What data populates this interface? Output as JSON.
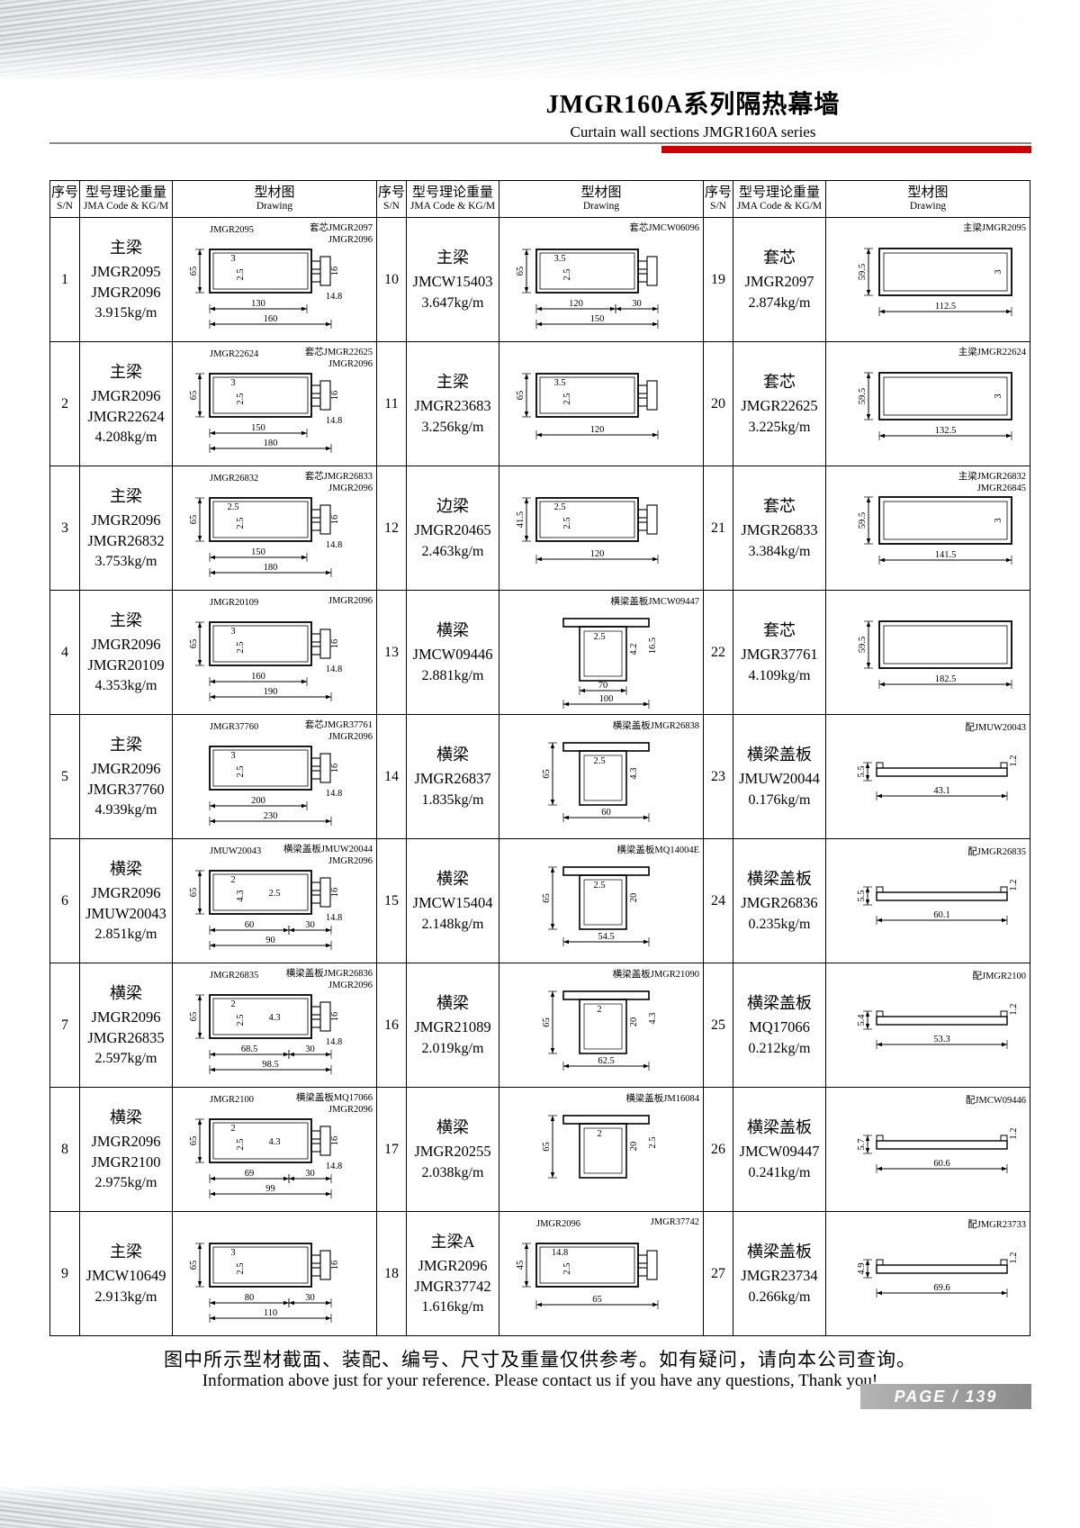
{
  "page": {
    "title_cn": "JMGR160A系列隔热幕墙",
    "title_en": "Curtain wall sections JMGR160A series",
    "accent_color": "#cc0000",
    "footer_cn": "图中所示型材截面、装配、编号、尺寸及重量仅供参考。如有疑问，请向本公司查询。",
    "footer_en": "Information above just for your reference. Please contact us if you have any questions, Thank you!",
    "page_label": "PAGE / 139"
  },
  "table": {
    "headers": {
      "sn_cn": "序号",
      "sn_en": "S/N",
      "code_cn": "型号理论重量",
      "code_en": "JMA Code & KG/M",
      "drawing_cn": "型材图",
      "drawing_en": "Drawing"
    },
    "entries": [
      {
        "sn": "1",
        "type": "主梁",
        "codes": [
          "JMGR2095",
          "JMGR2096"
        ],
        "weight": "3.915kg/m",
        "drawing": {
          "shape": "hbox",
          "labels": [
            "JMGR2095",
            "套芯JMGR2097",
            "JMGR2096"
          ],
          "hdim": "65",
          "inners": [
            "3",
            "2.5",
            "16",
            "14.8"
          ],
          "bottoms": [
            "130",
            "160"
          ]
        }
      },
      {
        "sn": "2",
        "type": "主梁",
        "codes": [
          "JMGR2096",
          "JMGR22624"
        ],
        "weight": "4.208kg/m",
        "drawing": {
          "shape": "hbox",
          "labels": [
            "JMGR22624",
            "套芯JMGR22625",
            "JMGR2096"
          ],
          "hdim": "65",
          "inners": [
            "3",
            "2.5",
            "16",
            "14.8"
          ],
          "bottoms": [
            "150",
            "180"
          ]
        }
      },
      {
        "sn": "3",
        "type": "主梁",
        "codes": [
          "JMGR2096",
          "JMGR26832"
        ],
        "weight": "3.753kg/m",
        "drawing": {
          "shape": "hbox",
          "labels": [
            "JMGR26832",
            "套芯JMGR26833",
            "JMGR2096"
          ],
          "hdim": "65",
          "inners": [
            "2.5",
            "2.5",
            "16",
            "14.8"
          ],
          "bottoms": [
            "150",
            "180"
          ]
        }
      },
      {
        "sn": "4",
        "type": "主梁",
        "codes": [
          "JMGR2096",
          "JMGR20109"
        ],
        "weight": "4.353kg/m",
        "drawing": {
          "shape": "hbox",
          "labels": [
            "JMGR20109",
            "JMGR2096"
          ],
          "hdim": "65",
          "inners": [
            "3",
            "2.5",
            "16",
            "14.8"
          ],
          "bottoms": [
            "160",
            "190"
          ]
        }
      },
      {
        "sn": "5",
        "type": "主梁",
        "codes": [
          "JMGR2096",
          "JMGR37760"
        ],
        "weight": "4.939kg/m",
        "drawing": {
          "shape": "hbox",
          "labels": [
            "JMGR37760",
            "套芯JMGR37761",
            "JMGR2096"
          ],
          "inners": [
            "3",
            "2.5",
            "16",
            "14.8"
          ],
          "bottoms": [
            "200",
            "230"
          ]
        }
      },
      {
        "sn": "6",
        "type": "横梁",
        "codes": [
          "JMGR2096",
          "JMUW20043"
        ],
        "weight": "2.851kg/m",
        "drawing": {
          "shape": "hbox",
          "labels": [
            "JMUW20043",
            "横梁盖板JMUW20044",
            "JMGR2096"
          ],
          "hdim": "65",
          "inners": [
            "2",
            "4.3",
            "16",
            "14.8",
            "2.5"
          ],
          "bottoms": [
            "60",
            "30",
            "90"
          ]
        }
      },
      {
        "sn": "7",
        "type": "横梁",
        "codes": [
          "JMGR2096",
          "JMGR26835"
        ],
        "weight": "2.597kg/m",
        "drawing": {
          "shape": "hbox",
          "labels": [
            "JMGR26835",
            "横梁盖板JMGR26836",
            "JMGR2096"
          ],
          "hdim": "65",
          "inners": [
            "2",
            "2.5",
            "16",
            "14.8",
            "4.3"
          ],
          "bottoms": [
            "68.5",
            "30",
            "98.5"
          ]
        }
      },
      {
        "sn": "8",
        "type": "横梁",
        "codes": [
          "JMGR2096",
          "JMGR2100"
        ],
        "weight": "2.975kg/m",
        "drawing": {
          "shape": "hbox",
          "labels": [
            "JMGR2100",
            "横梁盖板MQ17066",
            "JMGR2096"
          ],
          "hdim": "65",
          "inners": [
            "2",
            "2.5",
            "16",
            "14.8",
            "4.3"
          ],
          "bottoms": [
            "69",
            "30",
            "99"
          ]
        }
      },
      {
        "sn": "9",
        "type": "主梁",
        "codes": [
          "JMCW10649"
        ],
        "weight": "2.913kg/m",
        "drawing": {
          "shape": "hbox",
          "labels": [],
          "hdim": "65",
          "inners": [
            "3",
            "2.5",
            "16"
          ],
          "bottoms": [
            "80",
            "30",
            "110"
          ]
        }
      },
      {
        "sn": "10",
        "type": "主梁",
        "codes": [
          "JMCW15403"
        ],
        "weight": "3.647kg/m",
        "drawing": {
          "shape": "hbox",
          "labels": [
            "",
            "套芯JMCW06096"
          ],
          "hdim": "65",
          "inners": [
            "3.5",
            "2.5"
          ],
          "bottoms": [
            "120",
            "30",
            "150"
          ]
        }
      },
      {
        "sn": "11",
        "type": "主梁",
        "codes": [
          "JMGR23683"
        ],
        "weight": "3.256kg/m",
        "drawing": {
          "shape": "hbox",
          "labels": [],
          "hdim": "65",
          "inners": [
            "3.5",
            "2.5"
          ],
          "bottoms": [
            "120"
          ]
        }
      },
      {
        "sn": "12",
        "type": "边梁",
        "codes": [
          "JMGR20465"
        ],
        "weight": "2.463kg/m",
        "drawing": {
          "shape": "hbox",
          "labels": [],
          "hdim": "41.5",
          "inners": [
            "2.5",
            "2.5"
          ],
          "bottoms": [
            "120"
          ]
        }
      },
      {
        "sn": "13",
        "type": "横梁",
        "codes": [
          "JMCW09446"
        ],
        "weight": "2.881kg/m",
        "drawing": {
          "shape": "vbox",
          "labels": [
            "横梁盖板JMCW09447"
          ],
          "inners": [
            "2.5",
            "4.2",
            "16.5"
          ],
          "bottoms": [
            "70",
            "100"
          ]
        }
      },
      {
        "sn": "14",
        "type": "横梁",
        "codes": [
          "JMGR26837"
        ],
        "weight": "1.835kg/m",
        "drawing": {
          "shape": "vbox",
          "labels": [
            "横梁盖板JMGR26838"
          ],
          "hdim": "65",
          "inners": [
            "2.5",
            "4.3"
          ],
          "bottoms": [
            "60"
          ]
        }
      },
      {
        "sn": "15",
        "type": "横梁",
        "codes": [
          "JMCW15404"
        ],
        "weight": "2.148kg/m",
        "drawing": {
          "shape": "vbox",
          "labels": [
            "横梁盖板MQ14004E"
          ],
          "hdim": "65",
          "inners": [
            "2.5",
            "20"
          ],
          "bottoms": [
            "54.5"
          ]
        }
      },
      {
        "sn": "16",
        "type": "横梁",
        "codes": [
          "JMGR21089"
        ],
        "weight": "2.019kg/m",
        "drawing": {
          "shape": "vbox",
          "labels": [
            "横梁盖板JMGR21090"
          ],
          "hdim": "65",
          "inners": [
            "2",
            "20",
            "4.3"
          ],
          "bottoms": [
            "62.5"
          ]
        }
      },
      {
        "sn": "17",
        "type": "横梁",
        "codes": [
          "JMGR20255"
        ],
        "weight": "2.038kg/m",
        "drawing": {
          "shape": "vbox",
          "labels": [
            "横梁盖板JM16084"
          ],
          "hdim": "65",
          "inners": [
            "2",
            "20",
            "2.5"
          ],
          "bottoms": []
        }
      },
      {
        "sn": "18",
        "type": "主梁A",
        "codes": [
          "JMGR2096",
          "JMGR37742"
        ],
        "weight": "1.616kg/m",
        "drawing": {
          "shape": "hbox",
          "labels": [
            "JMGR2096",
            "JMGR37742"
          ],
          "hdim": "45",
          "inners": [
            "14.8",
            "2.5"
          ],
          "bottoms": [
            "65"
          ]
        }
      },
      {
        "sn": "19",
        "type": "套芯",
        "codes": [
          "JMGR2097"
        ],
        "weight": "2.874kg/m",
        "drawing": {
          "shape": "sleeve",
          "labels": [
            "主梁JMGR2095"
          ],
          "hdim": "59.5",
          "inners": [
            "3"
          ],
          "bottoms": [
            "112.5"
          ]
        }
      },
      {
        "sn": "20",
        "type": "套芯",
        "codes": [
          "JMGR22625"
        ],
        "weight": "3.225kg/m",
        "drawing": {
          "shape": "sleeve",
          "labels": [
            "主梁JMGR22624"
          ],
          "hdim": "59.5",
          "inners": [
            "3"
          ],
          "bottoms": [
            "132.5"
          ]
        }
      },
      {
        "sn": "21",
        "type": "套芯",
        "codes": [
          "JMGR26833"
        ],
        "weight": "3.384kg/m",
        "drawing": {
          "shape": "sleeve",
          "labels": [
            "主梁JMGR26832",
            "JMGR26845"
          ],
          "hdim": "59.5",
          "inners": [
            "3"
          ],
          "bottoms": [
            "141.5"
          ]
        }
      },
      {
        "sn": "22",
        "type": "套芯",
        "codes": [
          "JMGR37761"
        ],
        "weight": "4.109kg/m",
        "drawing": {
          "shape": "sleeve",
          "labels": [],
          "hdim": "59.5",
          "inners": [],
          "bottoms": [
            "182.5"
          ]
        }
      },
      {
        "sn": "23",
        "type": "横梁盖板",
        "codes": [
          "JMUW20044"
        ],
        "weight": "0.176kg/m",
        "drawing": {
          "shape": "flat",
          "labels": [
            "配JMUW20043"
          ],
          "hdim": "5.5",
          "inners": [
            "1.2"
          ],
          "bottoms": [
            "43.1"
          ]
        }
      },
      {
        "sn": "24",
        "type": "横梁盖板",
        "codes": [
          "JMGR26836"
        ],
        "weight": "0.235kg/m",
        "drawing": {
          "shape": "flat",
          "labels": [
            "配JMGR26835"
          ],
          "hdim": "5.5",
          "inners": [
            "1.2"
          ],
          "bottoms": [
            "60.1"
          ]
        }
      },
      {
        "sn": "25",
        "type": "横梁盖板",
        "codes": [
          "MQ17066"
        ],
        "weight": "0.212kg/m",
        "drawing": {
          "shape": "flat",
          "labels": [
            "配JMGR2100"
          ],
          "hdim": "5.4",
          "inners": [
            "1.2"
          ],
          "bottoms": [
            "53.3"
          ]
        }
      },
      {
        "sn": "26",
        "type": "横梁盖板",
        "codes": [
          "JMCW09447"
        ],
        "weight": "0.241kg/m",
        "drawing": {
          "shape": "flat",
          "labels": [
            "配JMCW09446"
          ],
          "hdim": "5.7",
          "inners": [
            "1.2"
          ],
          "bottoms": [
            "60.6"
          ]
        }
      },
      {
        "sn": "27",
        "type": "横梁盖板",
        "codes": [
          "JMGR23734"
        ],
        "weight": "0.266kg/m",
        "drawing": {
          "shape": "flat",
          "labels": [
            "配JMGR23733"
          ],
          "hdim": "4.9",
          "inners": [
            "1.2"
          ],
          "bottoms": [
            "69.6"
          ]
        }
      }
    ]
  }
}
